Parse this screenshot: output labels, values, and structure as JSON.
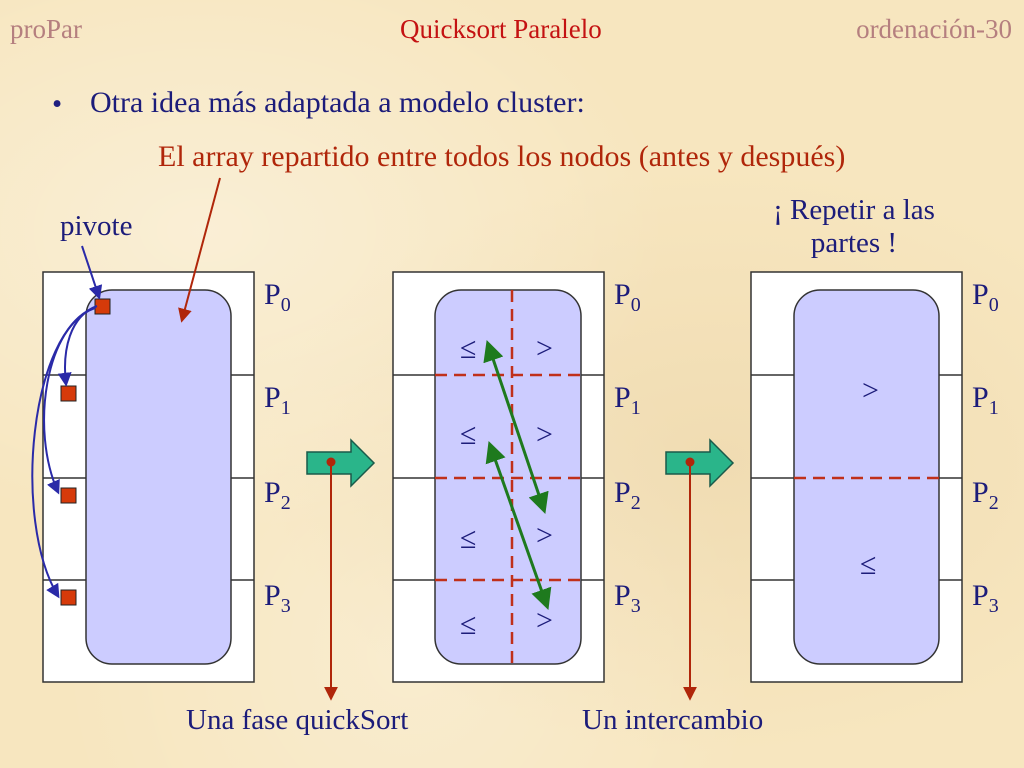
{
  "header": {
    "left": "proPar",
    "center": "Quicksort Paralelo",
    "right": "ordenación-30"
  },
  "bullet": {
    "marker": "•",
    "text": "Otra idea más adaptada a modelo cluster:"
  },
  "subtitle": "El array repartido entre todos los nodos (antes y después)",
  "pivot_label": "pivote",
  "repeat_note": {
    "line1": "¡ Repetir a las",
    "line2": "partes !"
  },
  "processors": [
    "P",
    "P",
    "P",
    "P"
  ],
  "processor_indices": [
    "0",
    "1",
    "2",
    "3"
  ],
  "symbols": {
    "le": "≤",
    "gt": ">"
  },
  "bottom_labels": {
    "phase": "Una fase quickSort",
    "exchange": "Un intercambio"
  },
  "colors": {
    "background": "#f7e6bf",
    "array_fill": "#ccccff",
    "pivot": "#d63a0a",
    "swap_arrow": "#1e7a1e",
    "partition_line": "#c0301a",
    "step_arrow": "#2ab58a"
  }
}
